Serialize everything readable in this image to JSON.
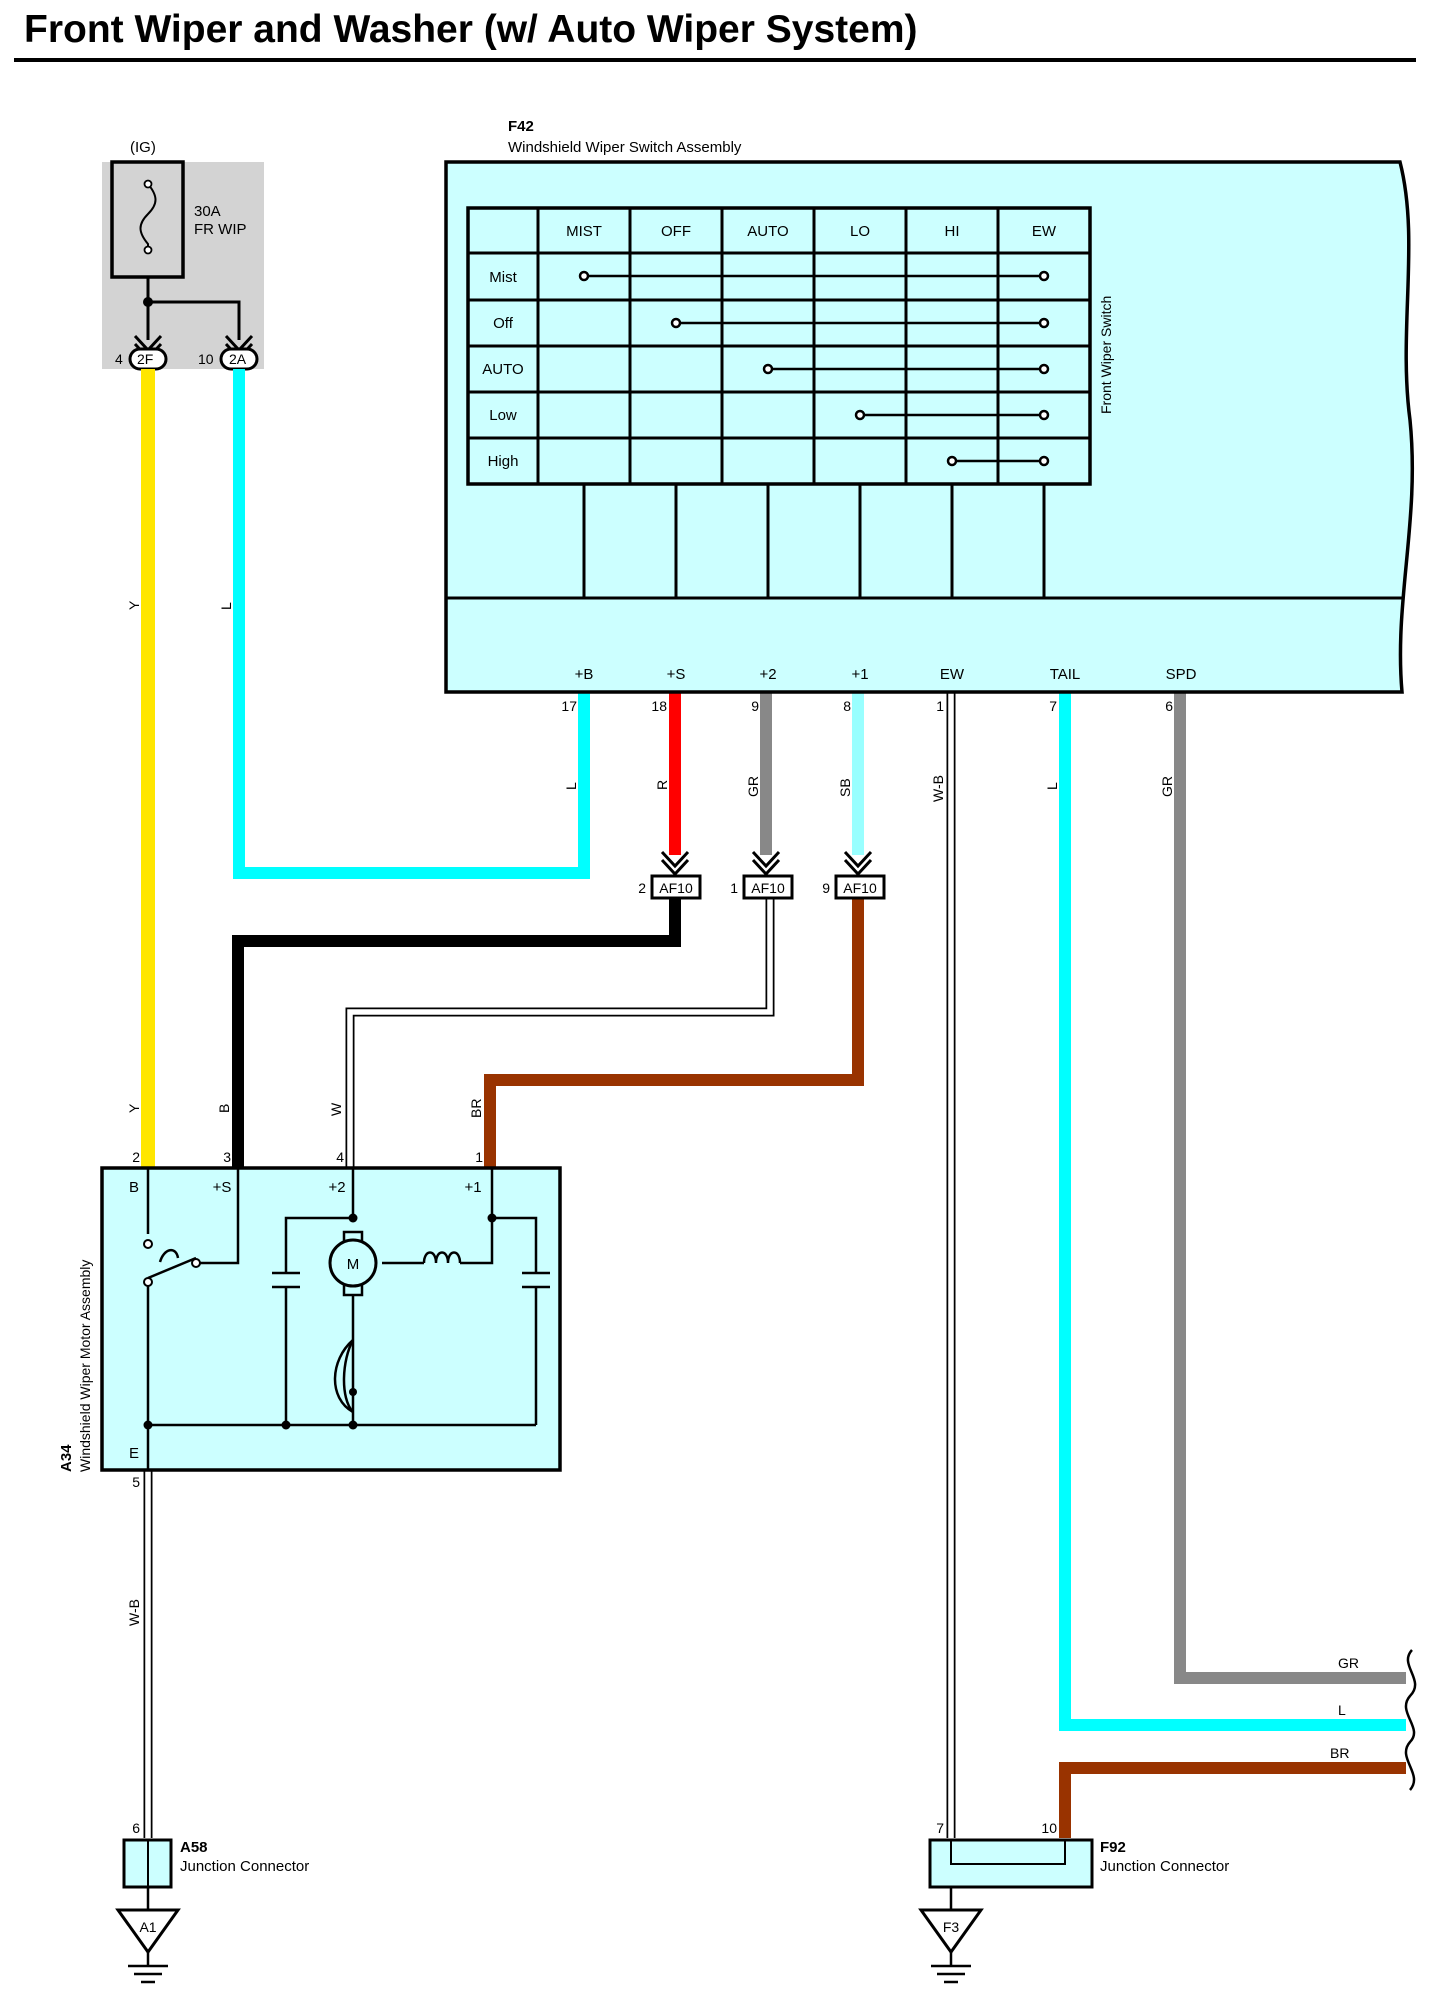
{
  "title": "Front Wiper and Washer (w/ Auto Wiper System)",
  "colors": {
    "box_fill": "#ccffff",
    "fuse_fill": "#d3d3d3",
    "Y": "#ffe600",
    "L": "#00ffff",
    "R": "#ff0000",
    "GR": "#888888",
    "SB": "#99ffff",
    "B": "#000000",
    "BR": "#993300",
    "W": "#ffffff"
  },
  "fuse": {
    "source": "(IG)",
    "rating": "30A",
    "name": "FR WIP",
    "pins": [
      {
        "num": "4",
        "id": "2F"
      },
      {
        "num": "10",
        "id": "2A"
      }
    ]
  },
  "switch": {
    "code": "F42",
    "name": "Windshield Wiper Switch Assembly",
    "side_label": "Front Wiper Switch",
    "table": {
      "columns": [
        "MIST",
        "OFF",
        "AUTO",
        "LO",
        "HI",
        "EW"
      ],
      "rows": [
        "Mist",
        "Off",
        "AUTO",
        "Low",
        "High"
      ]
    },
    "terminals": [
      {
        "name": "+B",
        "pin": "17",
        "wire": "L"
      },
      {
        "name": "+S",
        "pin": "18",
        "wire": "R"
      },
      {
        "name": "+2",
        "pin": "9",
        "wire": "GR"
      },
      {
        "name": "+1",
        "pin": "8",
        "wire": "SB"
      },
      {
        "name": "EW",
        "pin": "1",
        "wire": "W-B"
      },
      {
        "name": "TAIL",
        "pin": "7",
        "wire": "L"
      },
      {
        "name": "SPD",
        "pin": "6",
        "wire": "GR"
      }
    ]
  },
  "af10": [
    {
      "pin": "2",
      "id": "AF10"
    },
    {
      "pin": "1",
      "id": "AF10"
    },
    {
      "pin": "9",
      "id": "AF10"
    }
  ],
  "fuse_wires": [
    "Y",
    "L"
  ],
  "motor_wires": [
    "Y",
    "B",
    "W",
    "BR"
  ],
  "motor": {
    "code": "A34",
    "name": "Windshield Wiper Motor Assembly",
    "pins": [
      {
        "num": "2",
        "label": "B"
      },
      {
        "num": "3",
        "label": "+S"
      },
      {
        "num": "4",
        "label": "+2"
      },
      {
        "num": "1",
        "label": "+1"
      }
    ],
    "ground_pin": {
      "num": "5",
      "label": "E"
    },
    "ground_wire": "W-B",
    "motor_symbol": "M"
  },
  "a58": {
    "code": "A58",
    "name": "Junction Connector",
    "pin": "6",
    "ground": "A1"
  },
  "f92": {
    "code": "F92",
    "name": "Junction Connector",
    "pins": [
      "7",
      "10"
    ],
    "ground": "F3"
  },
  "right_wires": [
    "GR",
    "L",
    "BR"
  ]
}
